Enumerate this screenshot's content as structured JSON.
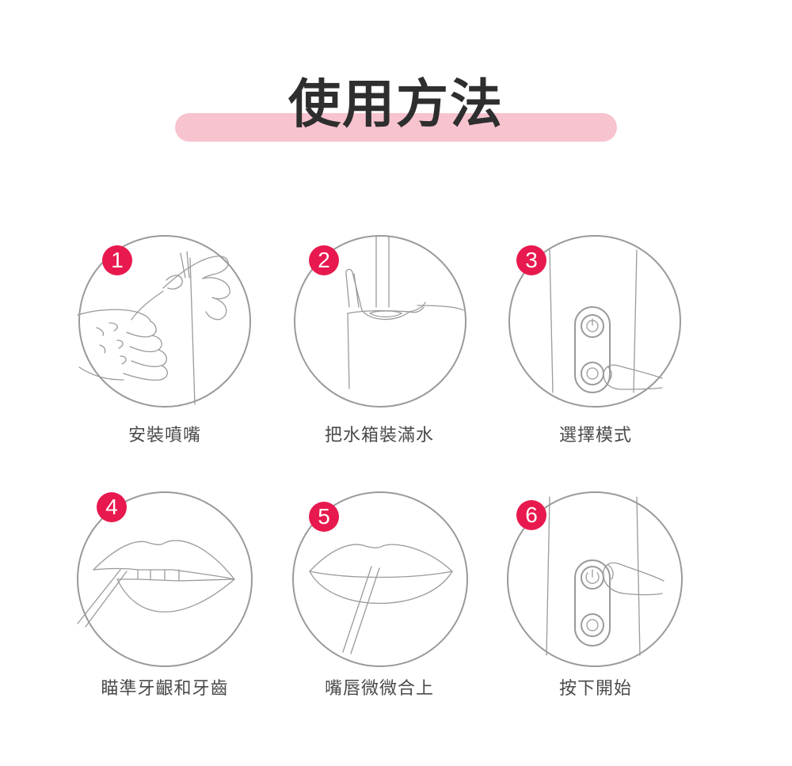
{
  "title": "使用方法",
  "colors": {
    "accent": "#e8194e",
    "title_bar": "#f7c3cf",
    "title_text": "#2e2e2e",
    "line": "#9a9a9a",
    "caption_text": "#4a4a4a"
  },
  "steps": [
    {
      "number": "1",
      "label": "安裝噴嘴",
      "icon": "hands-nozzle-icon"
    },
    {
      "number": "2",
      "label": "把水箱裝滿水",
      "icon": "water-tank-icon"
    },
    {
      "number": "3",
      "label": "選擇模式",
      "icon": "mode-button-press-icon"
    },
    {
      "number": "4",
      "label": "瞄準牙齦和牙齒",
      "icon": "lips-aim-icon"
    },
    {
      "number": "5",
      "label": "嘴唇微微合上",
      "icon": "lips-closed-icon"
    },
    {
      "number": "6",
      "label": "按下開始",
      "icon": "power-button-press-icon"
    }
  ]
}
